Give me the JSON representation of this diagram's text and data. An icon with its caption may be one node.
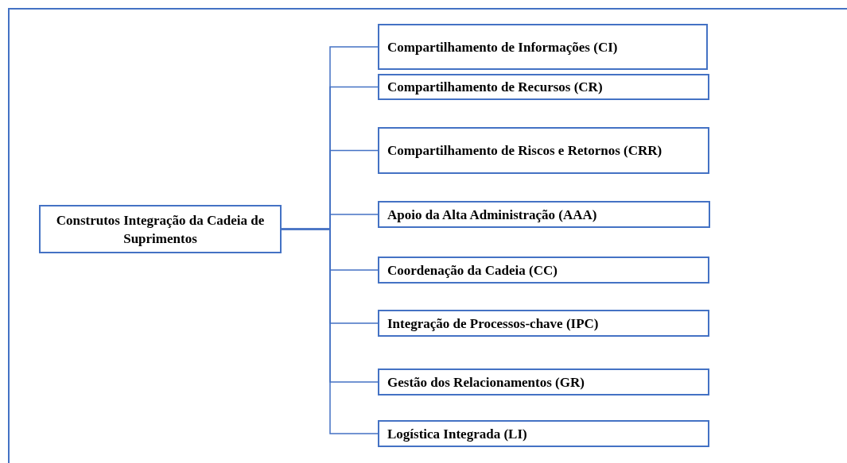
{
  "diagram": {
    "nodes": [
      {
        "text": [
          "Construtos Integração da Cadeia de Suprimentos"
        ]
      },
      {
        "text": [
          "Compartilhamento de Informações (CI)"
        ]
      },
      {
        "text": [
          "Compartilhamento de Recursos (CR)"
        ]
      },
      {
        "text": [
          "Compartilhamento de Riscos e Retornos (CRR)"
        ]
      },
      {
        "text": [
          "Apoio da Alta Administração (AAA)"
        ]
      },
      {
        "text": [
          "Coordenação da Cadeia (CC)"
        ]
      },
      {
        "text": [
          "Integração de Processos-chave (IPC)"
        ]
      },
      {
        "text": [
          "Gestão dos Relacionamentos (GR)"
        ]
      },
      {
        "text": [
          "Logística Integrada (LI)"
        ]
      }
    ],
    "edges": [
      {
        "from": 0,
        "to": 1,
        "arrow": "none"
      },
      {
        "from": 0,
        "to": 2,
        "arrow": "none"
      },
      {
        "from": 0,
        "to": 3,
        "arrow": "none"
      },
      {
        "from": 0,
        "to": 4,
        "arrow": "none"
      },
      {
        "from": 0,
        "to": 5,
        "arrow": "none"
      },
      {
        "from": 0,
        "to": 6,
        "arrow": "none"
      },
      {
        "from": 0,
        "to": 7,
        "arrow": "none"
      },
      {
        "from": 0,
        "to": 8,
        "arrow": "none"
      }
    ]
  }
}
